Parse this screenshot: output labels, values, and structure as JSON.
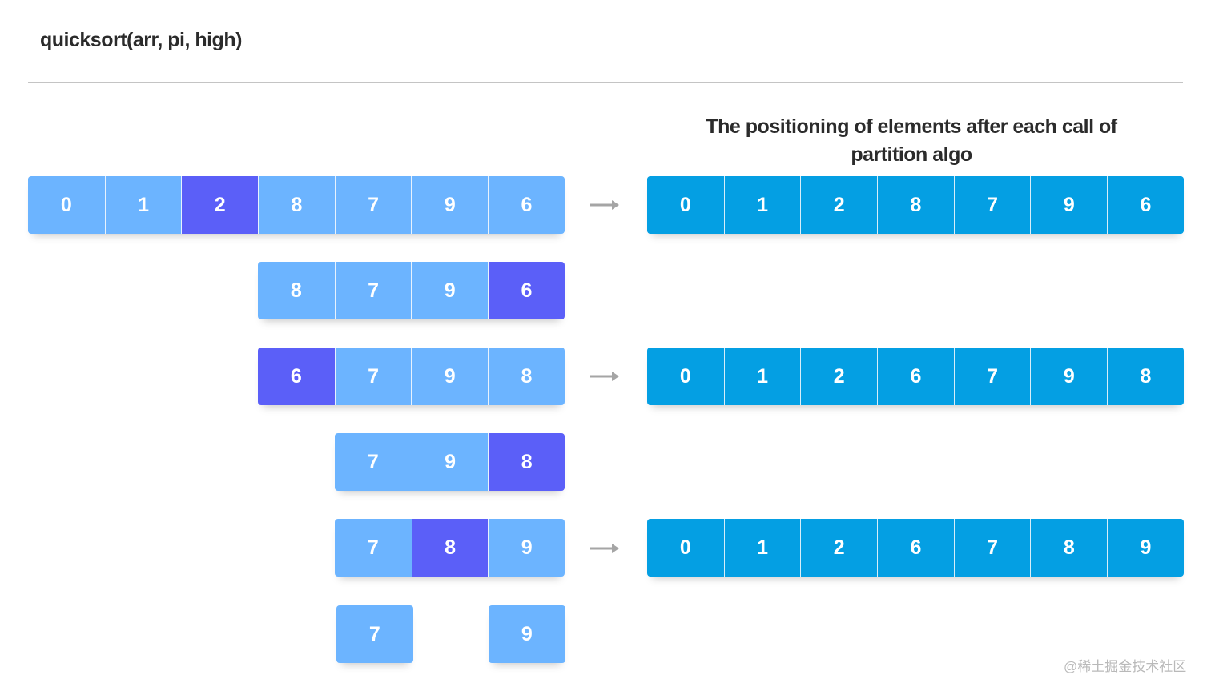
{
  "title": "quicksort(arr, pi, high)",
  "result_heading": "The positioning of elements after each call of partition algo",
  "colors": {
    "work_cell": "#6cb4ff",
    "pivot_cell": "#5b5ff8",
    "result_cell": "#049fe3"
  },
  "steps": [
    {
      "cells": [
        "0",
        "1",
        "2",
        "8",
        "7",
        "9",
        "6"
      ],
      "pivot_index": 2
    },
    {
      "cells": [
        "8",
        "7",
        "9",
        "6"
      ],
      "pivot_index": 3
    },
    {
      "cells": [
        "6",
        "7",
        "9",
        "8"
      ],
      "pivot_index": 0
    },
    {
      "cells": [
        "7",
        "9",
        "8"
      ],
      "pivot_index": 2
    },
    {
      "cells": [
        "7",
        "8",
        "9"
      ],
      "pivot_index": 1
    },
    {
      "cells": [
        "7"
      ],
      "pivot_index": null
    },
    {
      "cells": [
        "9"
      ],
      "pivot_index": null
    }
  ],
  "results": [
    {
      "cells": [
        "0",
        "1",
        "2",
        "8",
        "7",
        "9",
        "6"
      ]
    },
    {
      "cells": [
        "0",
        "1",
        "2",
        "6",
        "7",
        "9",
        "8"
      ]
    },
    {
      "cells": [
        "0",
        "1",
        "2",
        "6",
        "7",
        "8",
        "9"
      ]
    }
  ],
  "arrow_icon": "right-arrow-icon",
  "watermark": "@稀土掘金技术社区"
}
